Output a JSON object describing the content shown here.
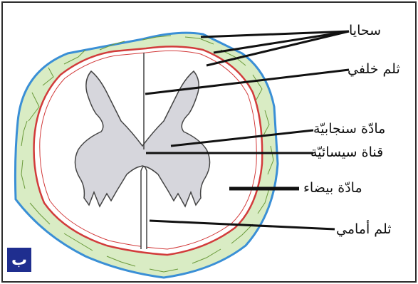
{
  "labels": {
    "meninges": "سحايا",
    "posterior_fissure": "ثلم خلفي",
    "gray_matter": "مادّة سنجابيّة",
    "central_canal": "قناة سيسائيّة",
    "white_matter": "مادّة بيضاء",
    "anterior_fissure": "ثلم أمامي"
  },
  "badge": "ب",
  "colors": {
    "border": "#2d2d2d",
    "pia": "#3a8fd6",
    "meninges_fill": "#d9ecc4",
    "meninges_net": "#6a9a3a",
    "red_line": "#d23b3b",
    "gray_matter": "#d6d6dc",
    "badge": "#1f2e8f"
  }
}
